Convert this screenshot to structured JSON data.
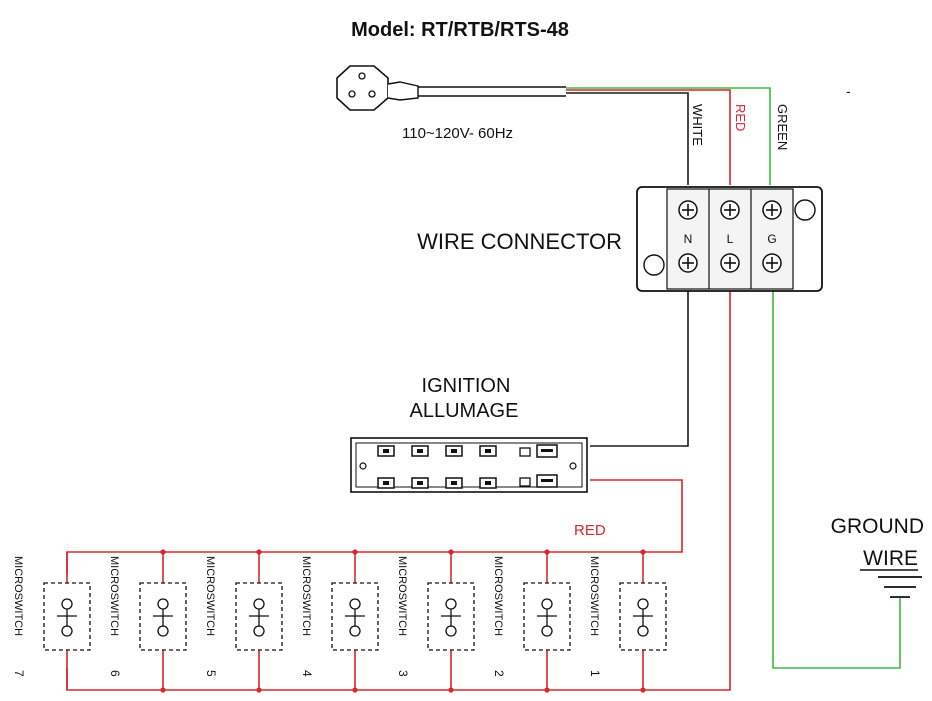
{
  "title": "Model: RT/RTB/RTS-48",
  "power_label": "110~120V- 60Hz",
  "wires": {
    "white": "WHITE",
    "red": "RED",
    "green": "GREEN"
  },
  "wire_connector_label": "WIRE CONNECTOR",
  "terminal_letters": [
    "N",
    "L",
    "G"
  ],
  "ignition_label": [
    "IGNITION",
    "ALLUMAGE"
  ],
  "red_label": "RED",
  "ground_label": [
    "GROUND",
    "WIRE"
  ],
  "microswitch_label": "MICROSWITCH",
  "microswitches": [
    "7",
    "6",
    "5",
    "4",
    "3",
    "2",
    "1"
  ],
  "dash_mark": "-",
  "colors": {
    "red": "#d9262c",
    "green": "#3dbb3d",
    "black": "#1a1a1a"
  }
}
